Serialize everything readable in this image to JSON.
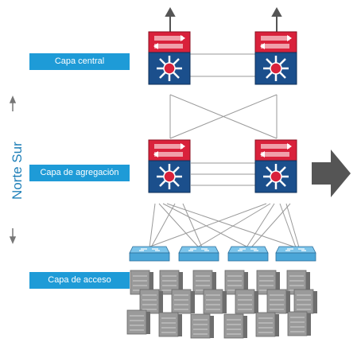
{
  "layers": {
    "core_label": "Capa central",
    "aggregation_label": "Capa de agregación",
    "access_label": "Capa de acceso"
  },
  "axis": {
    "label": "Norte Sur"
  },
  "colors": {
    "label_background": "#1e9bd7",
    "switch_top": "#d9213b",
    "switch_bottom": "#1b4f8c",
    "access_switch": "#4aa6d8",
    "server": "#8c8c8c",
    "east_west_arrow": "#555555",
    "axis_text": "#1e7fb8"
  },
  "icons": [
    "up-arrow-icon",
    "down-arrow-icon",
    "right-arrow-icon",
    "core-switch-icon",
    "access-switch-icon",
    "server-icon"
  ]
}
